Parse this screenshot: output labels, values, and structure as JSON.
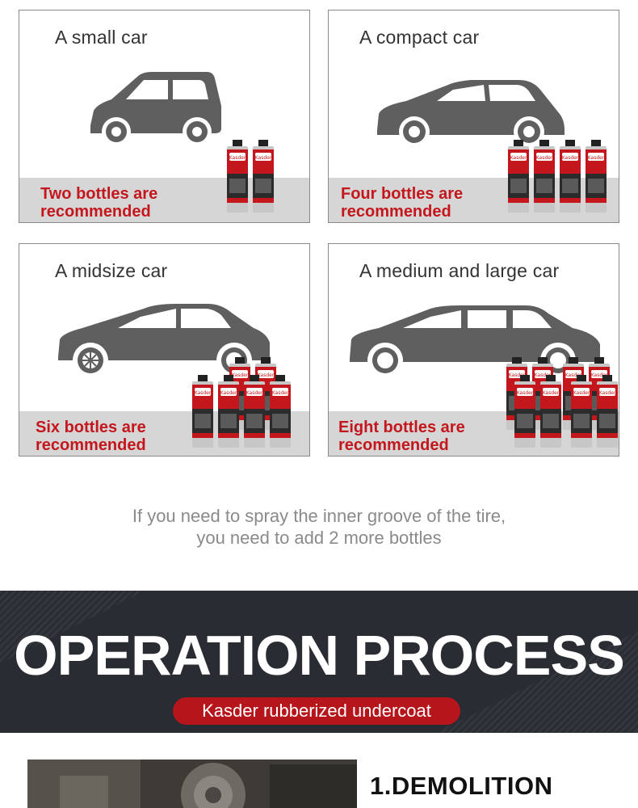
{
  "cards": [
    {
      "title": "A small car",
      "note_line1": "Two bottles are",
      "note_line2": "recommended",
      "bottles": 2
    },
    {
      "title": "A compact car",
      "note_line1": "Four bottles are",
      "note_line2": "recommended",
      "bottles": 4
    },
    {
      "title": "A midsize car",
      "note_line1": "Six bottles are",
      "note_line2": "recommended",
      "bottles": 6
    },
    {
      "title": "A medium and large car",
      "note_line1": "Eight bottles are",
      "note_line2": "recommended",
      "bottles": 8
    }
  ],
  "tip": {
    "line1": "If you need to spray the inner groove of the tire,",
    "line2": "you need to add 2 more bottles"
  },
  "banner": {
    "heading": "OPERATION PROCESS",
    "subtitle": "Kasder rubberized undercoat"
  },
  "step": {
    "title": "1.DEMOLITION"
  },
  "bottle_label": "Kasder",
  "colors": {
    "accent_red": "#c4171d",
    "car_gray": "#5f5f5f",
    "banner_bg": "#2a2c33"
  }
}
